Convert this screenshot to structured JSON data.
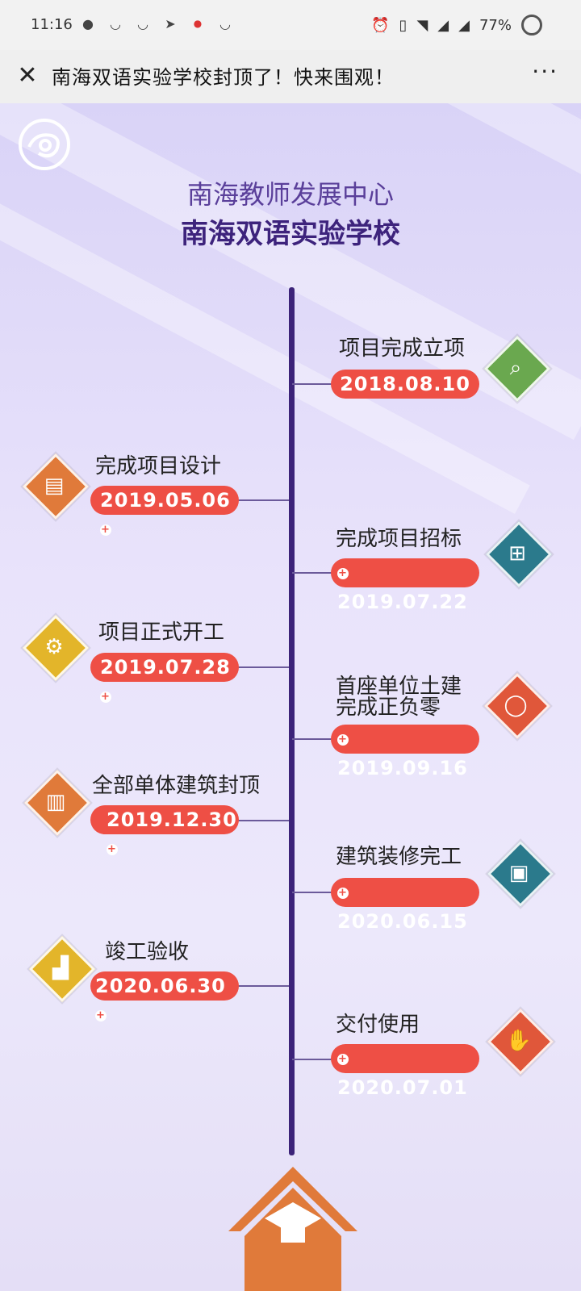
{
  "status_bar": {
    "time": "11:16",
    "battery": "77%"
  },
  "titlebar": {
    "title": "南海双语实验学校封顶了！快来围观！"
  },
  "poster": {
    "heading_line1": "南海教师发展中心",
    "heading_line2": "南海双语实验学校",
    "events": [
      {
        "title": "项目完成立项",
        "date": "2018.08.10",
        "icon": "magnifier-icon",
        "color": "#6aa84f"
      },
      {
        "title": "完成项目设计",
        "date": "2019.05.06",
        "icon": "document-icon",
        "color": "#e07a3a"
      },
      {
        "title": "完成项目招标",
        "date": "2019.07.22",
        "icon": "org-chart-icon",
        "color": "#2b7a8c"
      },
      {
        "title": "项目正式开工",
        "date": "2019.07.28",
        "icon": "gear-icon",
        "color": "#e3b52a"
      },
      {
        "title_line1": "首座单位土建",
        "title_line2": "完成正负零",
        "date": "2019.09.16",
        "icon": "stopwatch-icon",
        "color": "#e0573a"
      },
      {
        "title": "全部单体建筑封顶",
        "date": "2019.12.30",
        "icon": "building-icon",
        "color": "#e07a3a"
      },
      {
        "title": "建筑装修完工",
        "date": "2020.06.15",
        "icon": "presentation-icon",
        "color": "#2b7a8c"
      },
      {
        "title": "竣工验收",
        "date": "2020.06.30",
        "icon": "podium-icon",
        "color": "#e3b52a"
      },
      {
        "title": "交付使用",
        "date": "2020.07.01",
        "icon": "handshake-icon",
        "color": "#e0573a"
      }
    ]
  }
}
